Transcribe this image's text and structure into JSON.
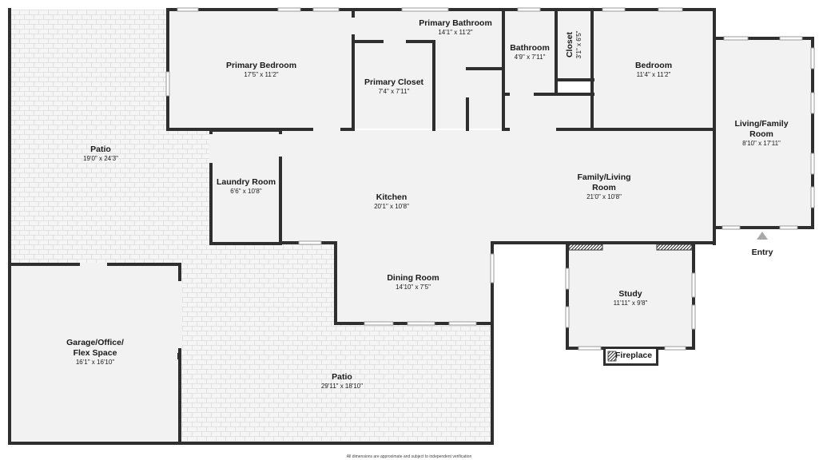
{
  "rooms": {
    "primary_bedroom": {
      "name": "Primary Bedroom",
      "dim": "17'5\" x 11'2\""
    },
    "primary_bathroom": {
      "name": "Primary Bathroom",
      "dim": "14'1\" x 11'2\""
    },
    "primary_closet": {
      "name": "Primary Closet",
      "dim": "7'4\" x 7'11\""
    },
    "bathroom": {
      "name": "Bathroom",
      "dim": "4'9\" x 7'11\""
    },
    "closet": {
      "name": "Closet",
      "dim": "3'1\" x 6'5\""
    },
    "bedroom": {
      "name": "Bedroom",
      "dim": "11'4\" x 11'2\""
    },
    "living_family_room": {
      "name_line1": "Living/Family",
      "name_line2": "Room",
      "dim": "8'10\" x 17'11\""
    },
    "patio_top": {
      "name": "Patio",
      "dim": "19'0\" x 24'3\""
    },
    "laundry_room": {
      "name": "Laundry Room",
      "dim": "6'6\" x 10'8\""
    },
    "kitchen": {
      "name": "Kitchen",
      "dim": "20'1\" x 10'8\""
    },
    "family_living_room": {
      "name_line1": "Family/Living",
      "name_line2": "Room",
      "dim": "21'0\" x 10'8\""
    },
    "dining_room": {
      "name": "Dining Room",
      "dim": "14'10\" x 7'5\""
    },
    "study": {
      "name": "Study",
      "dim": "11'11\" x 9'8\""
    },
    "garage": {
      "name_line1": "Garage/Office/",
      "name_line2": "Flex Space",
      "dim": "16'1\" x 16'10\""
    },
    "patio_bottom": {
      "name": "Patio",
      "dim": "29'11\" x 18'10\""
    }
  },
  "fireplace": "Fireplace",
  "entry": "Entry",
  "disclaimer": "All dimensions are approximate and subject to independent verification",
  "colors": {
    "wall": "#2f2f2f",
    "floor": "#f2f2f2",
    "patio": "#f4f4f4",
    "paver_line": "#dedede"
  }
}
